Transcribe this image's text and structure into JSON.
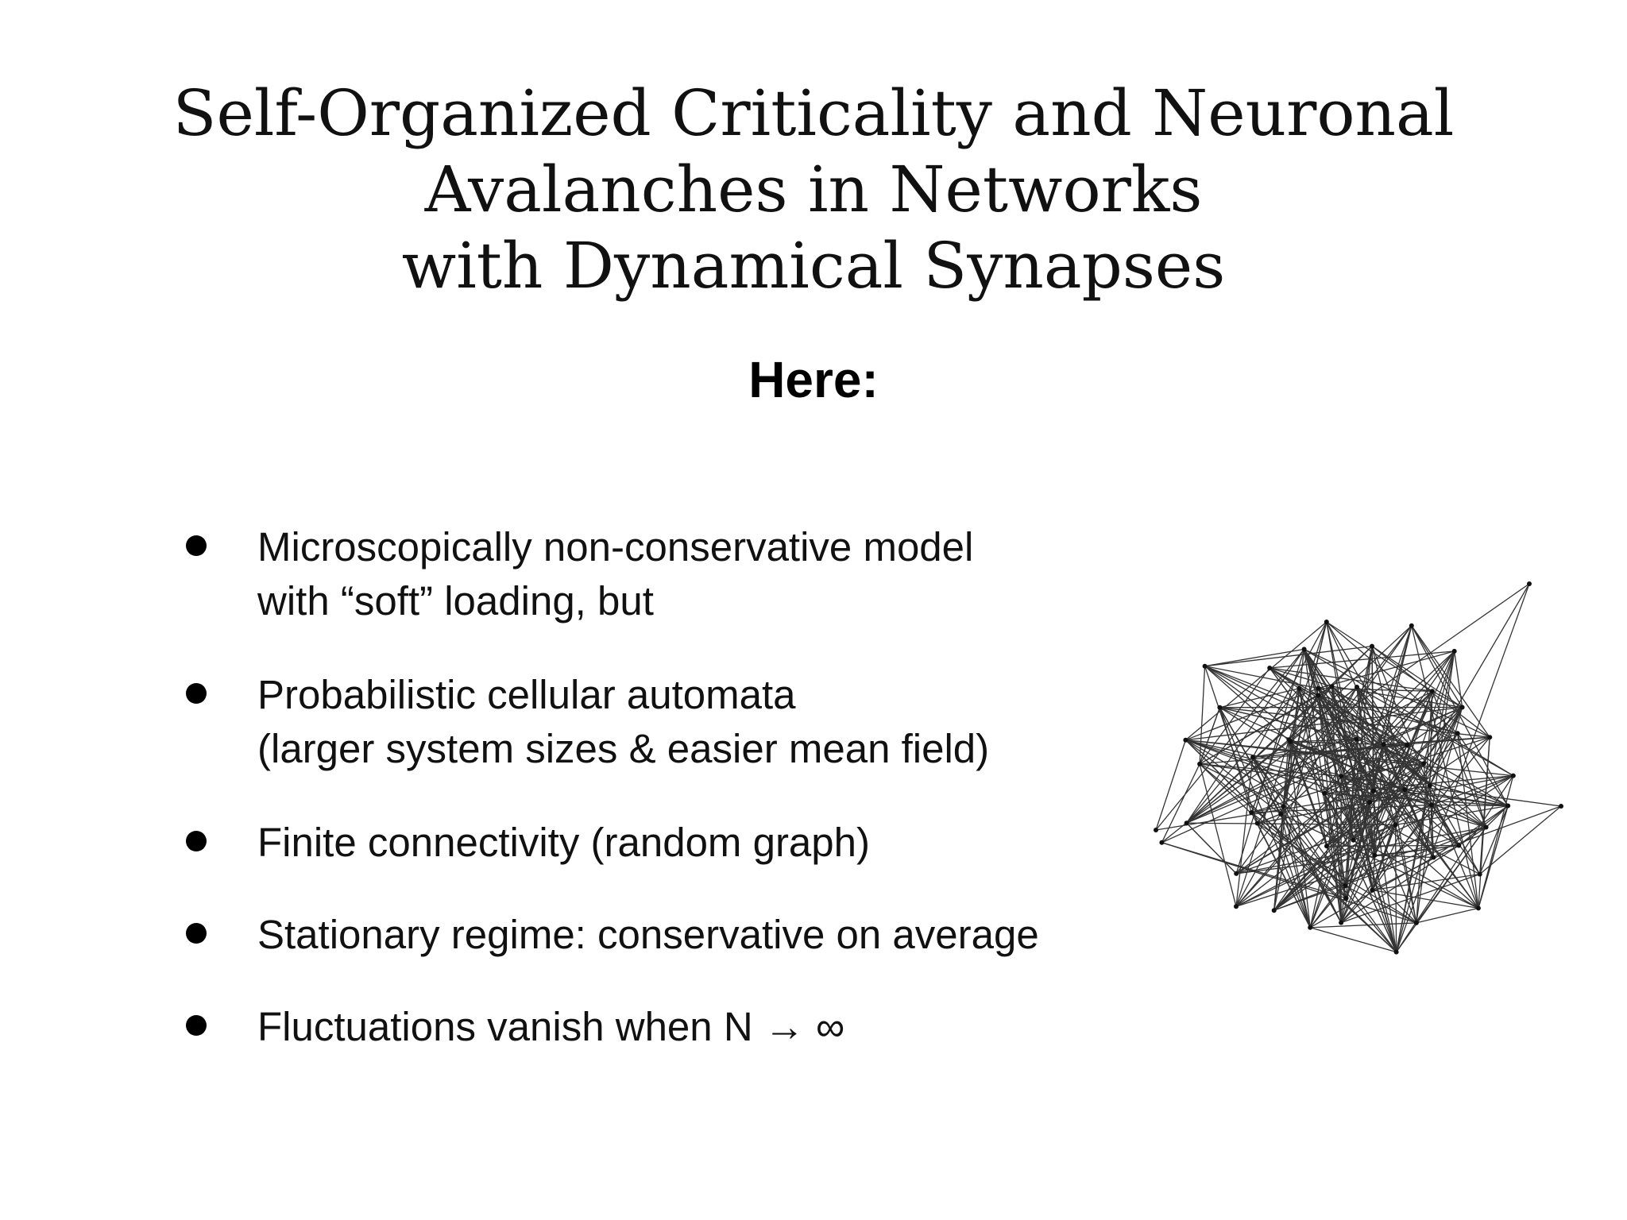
{
  "slide": {
    "title_lines": [
      "Self-Organized Criticality and Neuronal",
      "Avalanches in Networks",
      "with Dynamical Synapses"
    ],
    "subtitle": "Here:",
    "bullets": [
      {
        "lines": [
          "Microscopically non-conservative model",
          "with “soft” loading, but"
        ]
      },
      {
        "lines": [
          "Probabilistic cellular automata",
          "(larger system sizes & easier mean field)"
        ]
      },
      {
        "lines": [
          "Finite connectivity (random graph)"
        ]
      },
      {
        "lines": [
          "Stationary regime: conservative on average"
        ]
      },
      {
        "lines": [
          "Fluctuations vanish when N → ∞"
        ]
      }
    ],
    "figure": {
      "icon": "random-graph-network",
      "edge_color": "#333333",
      "node_color": "#111111"
    }
  }
}
